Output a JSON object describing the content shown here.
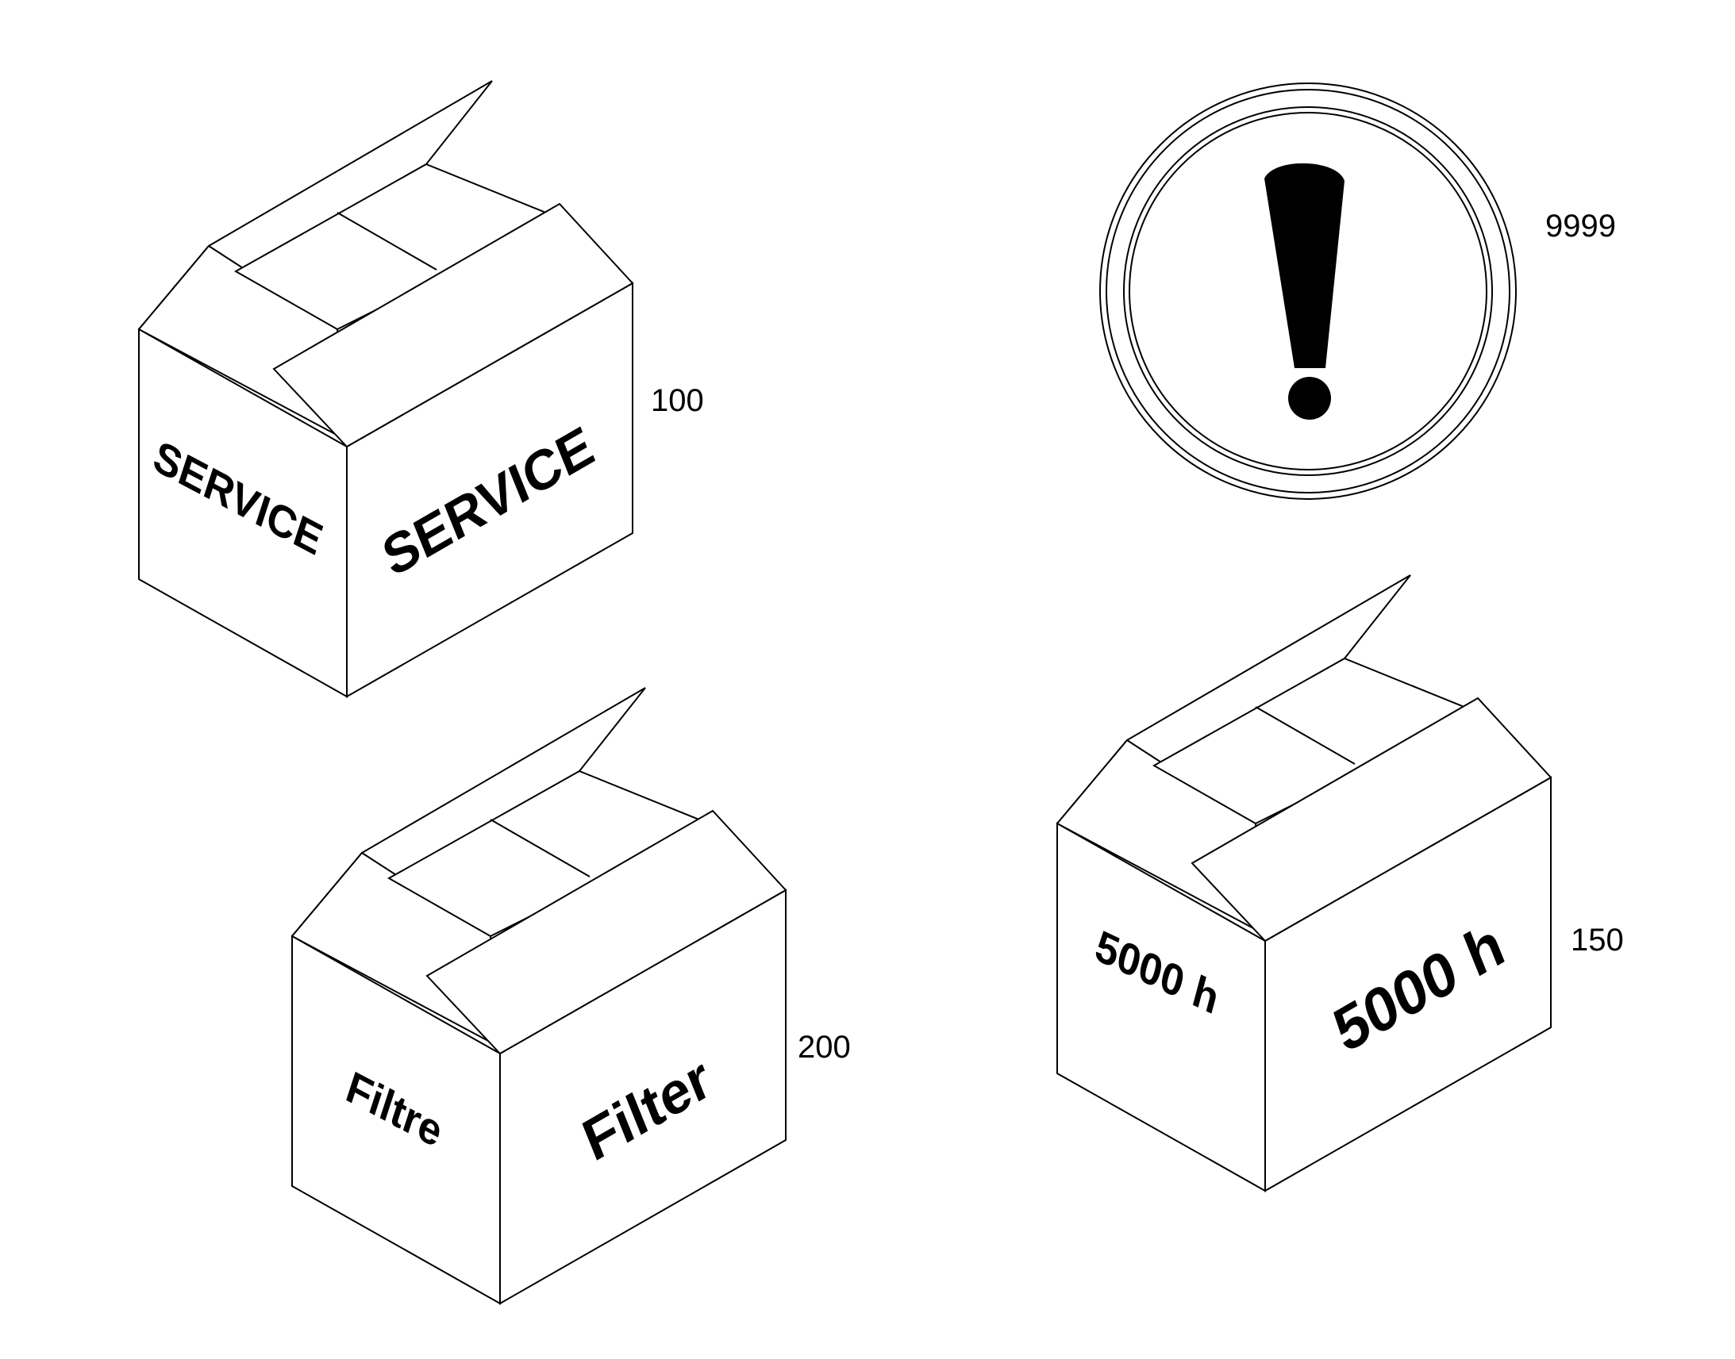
{
  "boxes": [
    {
      "ref": "100",
      "left_text": "SERVICE",
      "right_text": "SERVICE"
    },
    {
      "ref": "200",
      "left_text": "Filtre",
      "right_text": "Filter"
    },
    {
      "ref": "150",
      "left_text": "5000 h",
      "right_text": "5000 h"
    }
  ],
  "warning_sign": {
    "ref": "9999",
    "icon": "exclamation-icon"
  },
  "colors": {
    "line": "#000000",
    "background": "#ffffff"
  }
}
